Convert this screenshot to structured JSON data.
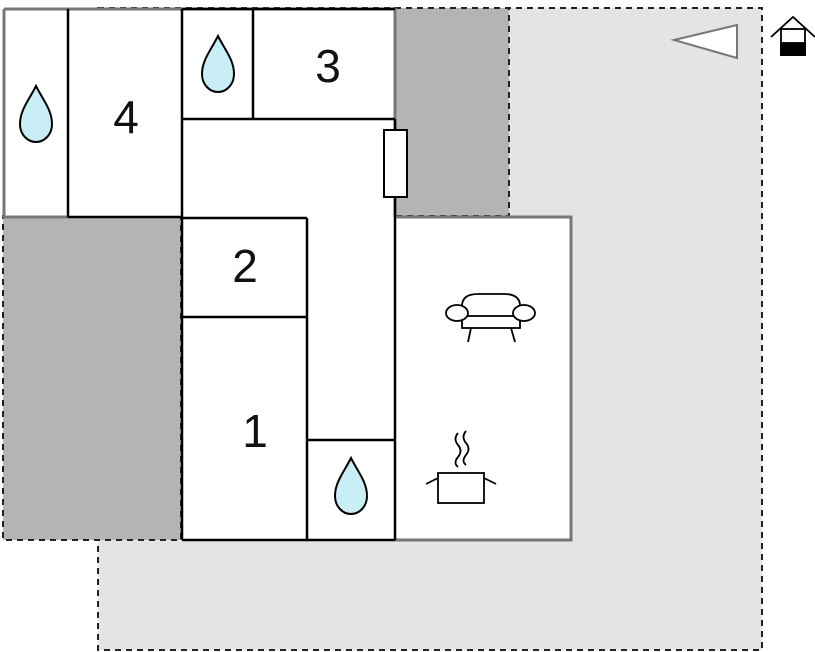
{
  "rooms": {
    "room_1": "1",
    "room_2": "2",
    "room_3": "3",
    "room_4": "4"
  },
  "colors": {
    "outdoor_light": "#e4e4e4",
    "outdoor_dark": "#b4b4b4",
    "wall": "#000000",
    "outer_wall": "#777777",
    "water_fill": "#c9eef6"
  },
  "icons": [
    "water-drop-icon",
    "sofa-icon",
    "cooking-pot-icon",
    "compass-arrow-icon",
    "house-level-icon"
  ]
}
